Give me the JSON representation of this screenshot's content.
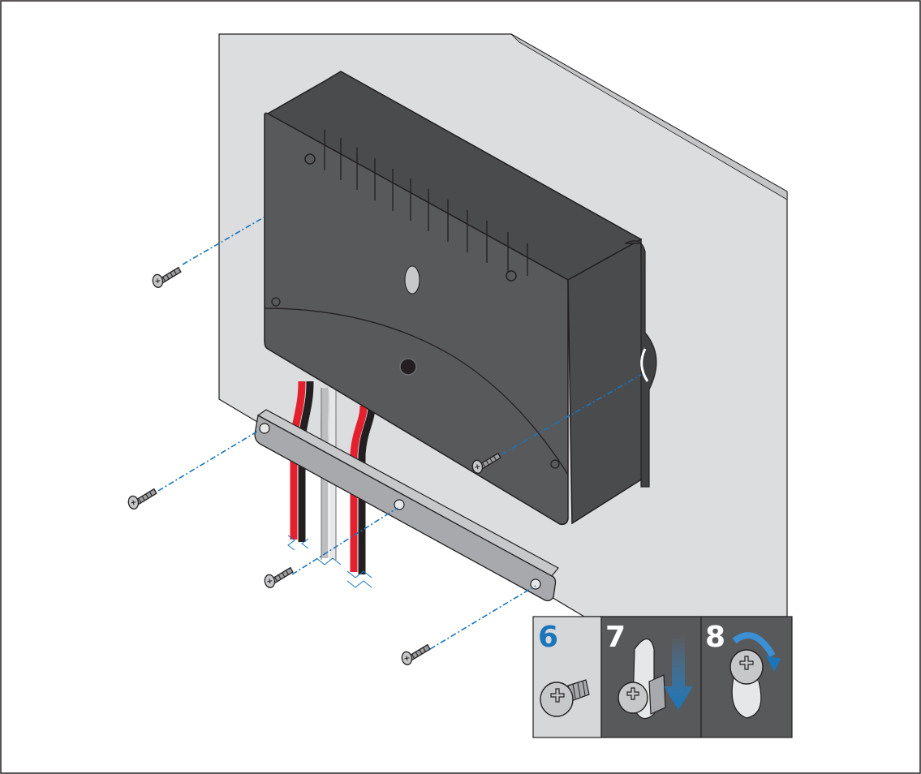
{
  "steps": [
    {
      "number": "6",
      "icon": "screw-head-icon",
      "number_color": "#1a75bb",
      "panel_color": "#d6d7d9"
    },
    {
      "number": "7",
      "icon": "screw-slide-down-icon",
      "number_color": "#ffffff",
      "panel_color": "#58595b"
    },
    {
      "number": "8",
      "icon": "screw-tighten-icon",
      "number_color": "#ffffff",
      "panel_color": "#58595b"
    }
  ],
  "colors": {
    "wall": "#dcdddf",
    "wall_edge": "#c4c5c7",
    "unit_body": "#58595b",
    "unit_top": "#4a4b4d",
    "bracket": "#a7a9ac",
    "wire_red": "#e5202e",
    "wire_black": "#231f20",
    "wire_grey": "#bcbec0",
    "guide_line": "#1a75bb",
    "arrow": "#3b8fd4"
  },
  "parts": {
    "screw_count": 5,
    "wire_bundles": 3
  }
}
